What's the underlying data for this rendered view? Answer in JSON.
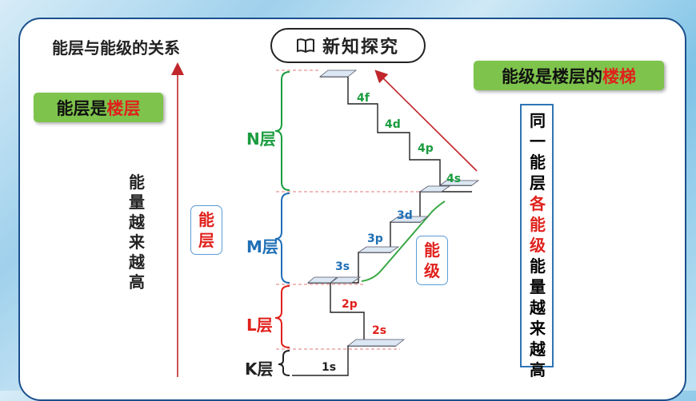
{
  "title": "新知探究",
  "heading": "能层与能级的关系",
  "left_box": {
    "prefix": "能层是",
    "highlight": "楼层"
  },
  "right_top_box": {
    "prefix": "能级是楼层的",
    "highlight": "楼梯"
  },
  "axis_label": [
    "能",
    "量",
    "越",
    "来",
    "越",
    "高"
  ],
  "layer_tag": [
    "能",
    "层"
  ],
  "level_tag": [
    "能",
    "级"
  ],
  "right_vertical": {
    "black_top": [
      "同",
      "一",
      "能",
      "层"
    ],
    "red_mid": [
      "各",
      "能",
      "级"
    ],
    "black_bottom": [
      "能",
      "量",
      "越",
      "来",
      "越",
      "高"
    ]
  },
  "shells": [
    {
      "label": "N层",
      "color": "#1a9c3e"
    },
    {
      "label": "M层",
      "color": "#1f6fb5"
    },
    {
      "label": "L层",
      "color": "#e0211c"
    },
    {
      "label": "K层",
      "color": "#222222"
    }
  ],
  "sublevels": {
    "N": [
      "4s",
      "4p",
      "4d",
      "4f"
    ],
    "M": [
      "3s",
      "3p",
      "3d"
    ],
    "L": [
      "2s",
      "2p"
    ],
    "K": [
      "1s"
    ]
  },
  "colors": {
    "N": "#1a9c3e",
    "M": "#1f6fb5",
    "L": "#e0211c",
    "K": "#222222",
    "accent_red": "#e0211c",
    "green_box": "#7ec44c"
  }
}
